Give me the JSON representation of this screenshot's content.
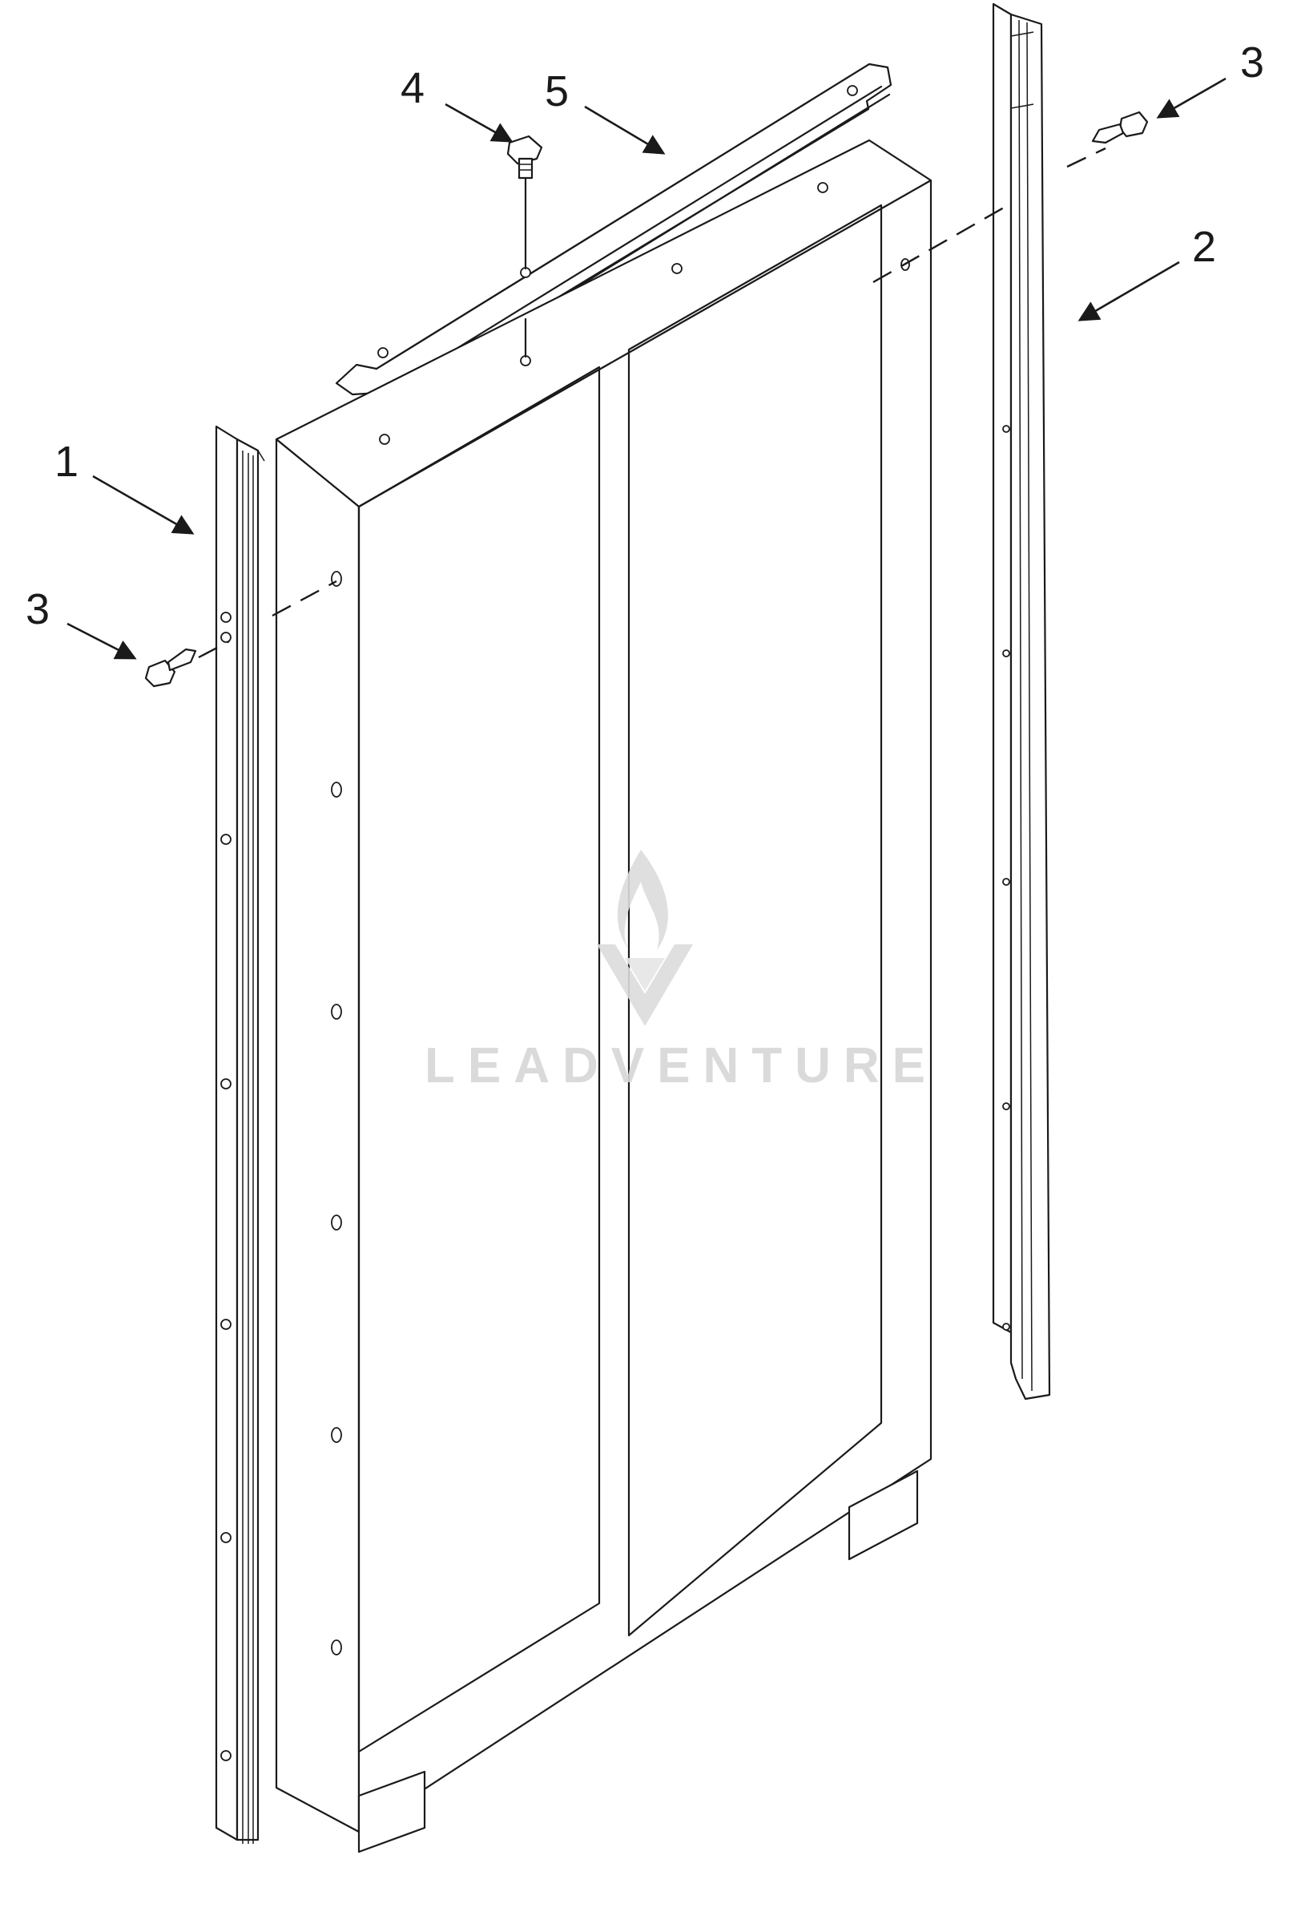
{
  "callouts": [
    {
      "id": "1",
      "label": "1"
    },
    {
      "id": "2",
      "label": "2"
    },
    {
      "id": "3",
      "label": "3"
    },
    {
      "id": "3b",
      "label": "3"
    },
    {
      "id": "4",
      "label": "4"
    },
    {
      "id": "5",
      "label": "5"
    }
  ],
  "watermark": {
    "text": "LEADVENTURE",
    "icon": "flame-v-logo-icon"
  },
  "colors": {
    "line": "#1a1a1a",
    "watermark": "#d6d6d6",
    "background": "#ffffff"
  }
}
